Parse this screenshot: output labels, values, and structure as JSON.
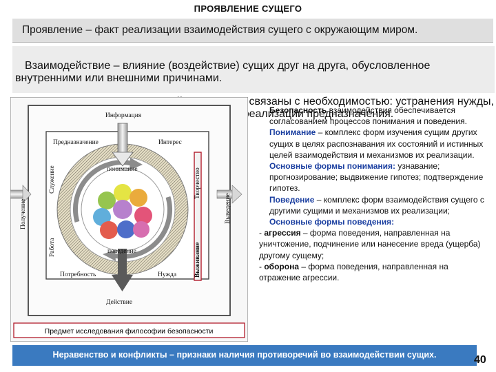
{
  "slide": {
    "title": "ПРОЯВЛЕНИЕ СУЩЕГО",
    "definition": {
      "term": "Проявление",
      "text": " – факт реализации взаимодействия сущего с окружающим миром."
    },
    "intro": [
      "Взаимодействие – влияние (воздействие) сущих друг на друга, обусловленное внутренними или внешними причинами.",
      "Основные причины взаимодействия сущих связаны с необходимостью: устранения нужды, удовлетворения потребностей и интересов, реализации предназначения."
    ],
    "diagram": {
      "informatsiya": "Информация",
      "prednaznachenie": "Предназначение",
      "interes": "Интерес",
      "sluzhenie": "Служение",
      "tvorchestvo": "Творчество",
      "poluchenie": "Получение",
      "vyvedenie": "Выведение",
      "ponimanie": "понимание",
      "povedenie": "поведение",
      "rabota": "Работа",
      "vyzhivanie": "Выживание",
      "potrebnost": "Потребность",
      "nuzhda": "Нужда",
      "deystvie": "Действие",
      "caption": "Предмет исследования философии безопасности"
    },
    "right": {
      "p1_term": "Безопасность",
      "p1_text": " взаимодействия обеспечивается согласованием процессов понимания и поведения.",
      "p2_term": "Понимание",
      "p2_text": " – комплекс форм изучения сущим других сущих в целях распознавания их состояний и истинных целей взаимодействия и механизмов их реализации.",
      "p3_term": "Основные формы понимания:",
      "p3_text": " узнавание; прогнозирование; выдвижение гипотез; подтверждение гипотез.",
      "p4_term": "Поведение",
      "p4_text": " – комплекс форм взаимодействия сущего с другими сущими и механизмов их реализации;",
      "p5_term": "Основные формы поведения:",
      "p6_prefix": "- ",
      "p6_term": "агрессия",
      "p6_text": " – форма поведения, направленная на уничтожение, подчинение или нанесение вреда (ущерба) другому сущему;",
      "p7_prefix": "- ",
      "p7_term": "оборона",
      "p7_text": " – форма поведения, направленная на отражение агрессии."
    },
    "footer": "Неравенство и конфликты – признаки наличия противоречий во взаимодействии сущих.",
    "page_number": "40"
  },
  "colors": {
    "accent_blue": "#3a7ac0",
    "term_blue": "#1b3fa0",
    "ring_hatch": "#7a7a7a",
    "frame_red": "#b21c2c"
  },
  "icons": [
    "down-arrow-icon",
    "right-arrow-icon",
    "rotation-arrow-icon",
    "circles-cluster-icon"
  ]
}
